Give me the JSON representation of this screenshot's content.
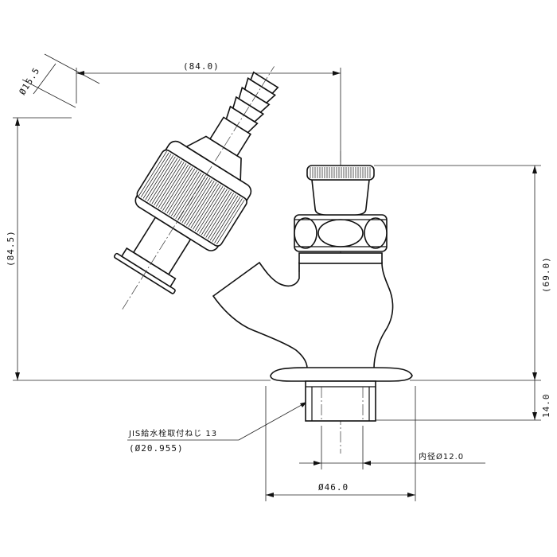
{
  "dimensions": {
    "width_84_0": "(84.0)",
    "height_84_5": "(84.5)",
    "hose_dia": "Ø15.5",
    "height_69_0": "(69.0)",
    "thread_len": "14.0",
    "inner_dia": "内径Ø12.0",
    "flange_dia": "Ø46.0"
  },
  "notes": {
    "thread_standard": "JIS給水栓取付ねじ 13",
    "thread_dia": "(Ø20.955)"
  }
}
